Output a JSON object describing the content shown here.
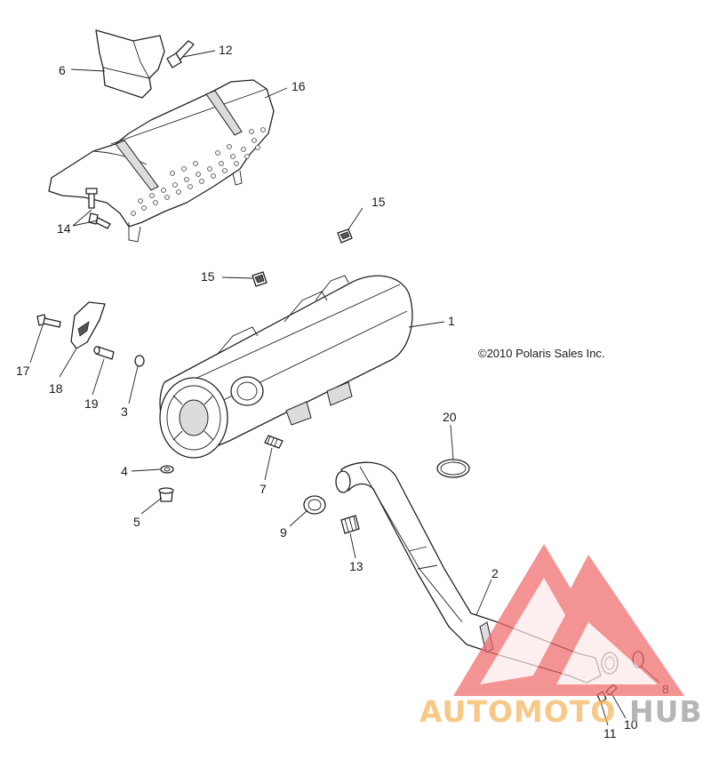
{
  "diagram": {
    "copyright": "©2010 Polaris Sales Inc.",
    "callouts": {
      "c1": "1",
      "c2": "2",
      "c3": "3",
      "c4": "4",
      "c5": "5",
      "c6": "6",
      "c7": "7",
      "c8": "8",
      "c9": "9",
      "c10": "10",
      "c11": "11",
      "c12": "12",
      "c13": "13",
      "c14": "14",
      "c15a": "15",
      "c15b": "15",
      "c16": "16",
      "c17": "17",
      "c18": "18",
      "c19": "19",
      "c20": "20"
    }
  },
  "watermark": {
    "text_left": "AUTOMOTO",
    "text_right": "HUB",
    "color_left": "#f5b35a",
    "color_right": "#9a9a9a",
    "triangle_color": "#f06a6a"
  }
}
